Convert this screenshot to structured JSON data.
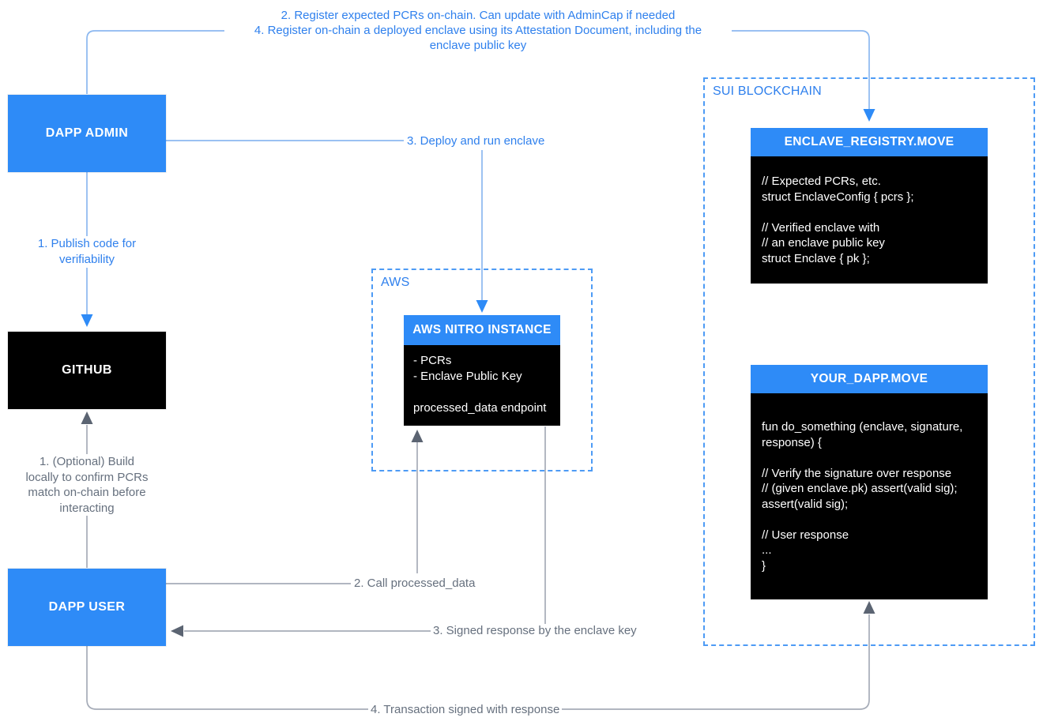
{
  "labels": {
    "step2_top": "2. Register expected PCRs on-chain. Can update with AdminCap if needed",
    "step4_top_line1": "4. Register on-chain a deployed enclave using its Attestation Document, including the",
    "step4_top_line2": "enclave public key",
    "publish_line1": "1. Publish code for",
    "publish_line2": "verifiability",
    "deploy": "3. Deploy and run enclave",
    "optional_build": [
      "1. (Optional) Build",
      "locally to confirm PCRs",
      "match on-chain before",
      "interacting"
    ],
    "call": "2. Call processed_data",
    "signed_response": "3. Signed response by the enclave key",
    "transaction": "4. Transaction signed with response"
  },
  "regions": {
    "aws": {
      "label": "AWS"
    },
    "sui": {
      "label": "SUI BLOCKCHAIN"
    }
  },
  "nodes": {
    "dapp_admin": {
      "title": "DAPP ADMIN"
    },
    "github": {
      "title": "GITHUB"
    },
    "dapp_user": {
      "title": "DAPP USER"
    },
    "nitro": {
      "title": "AWS NITRO INSTANCE",
      "lines": [
        "- PCRs",
        "- Enclave Public Key",
        "",
        "processed_data endpoint"
      ]
    },
    "enclave_registry": {
      "title": "ENCLAVE_REGISTRY.MOVE",
      "lines": [
        "// Expected PCRs, etc.",
        "struct EnclaveConfig { pcrs };",
        "",
        "// Verified enclave with",
        "// an enclave public key",
        "struct Enclave { pk };"
      ]
    },
    "your_dapp": {
      "title": "YOUR_DAPP.MOVE",
      "lines": [
        "fun do_something (enclave, signature,",
        "response) {",
        "",
        "// Verify the signature over response",
        "// (given enclave.pk) assert(valid sig);",
        "assert(valid sig);",
        "",
        "// User response",
        "...",
        "}"
      ]
    }
  },
  "colors": {
    "node_blue": "#2e8bf7",
    "node_black": "#000000",
    "label_blue": "#2f80ed",
    "label_gray": "#66707e",
    "dashed_border_blue": "#4d9bf5",
    "connector_blue": "#8cb8f0",
    "connector_gray": "#a6acb8",
    "arrow_blue": "#2e8bf7",
    "arrow_gray": "#5b6472"
  }
}
